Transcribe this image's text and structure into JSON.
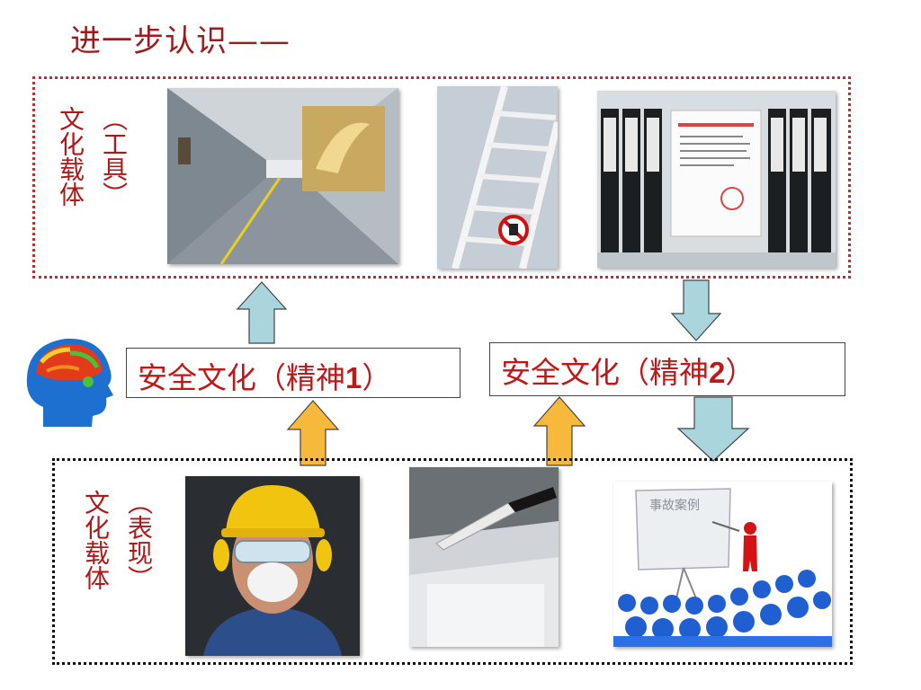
{
  "title": "进一步认识——",
  "top_section": {
    "label": "文化载体",
    "paren_label": "（工具）"
  },
  "bottom_section": {
    "label": "文化载体",
    "paren_label": "（表现）"
  },
  "spirit1": {
    "text": "安全文化（精神",
    "num": "1",
    "close": "）"
  },
  "spirit2": {
    "text": "安全文化（精神",
    "num": "2",
    "close": "）"
  },
  "photo_banner_text": "事故案例",
  "colors": {
    "title": "#9b1c1c",
    "label_red": "#c01818",
    "top_border": "#e02020",
    "arrow_blue": "#a9d6dc",
    "arrow_orange": "#f6b93b"
  },
  "icons": [
    "brain-head-icon",
    "no-touch-sign-icon"
  ]
}
